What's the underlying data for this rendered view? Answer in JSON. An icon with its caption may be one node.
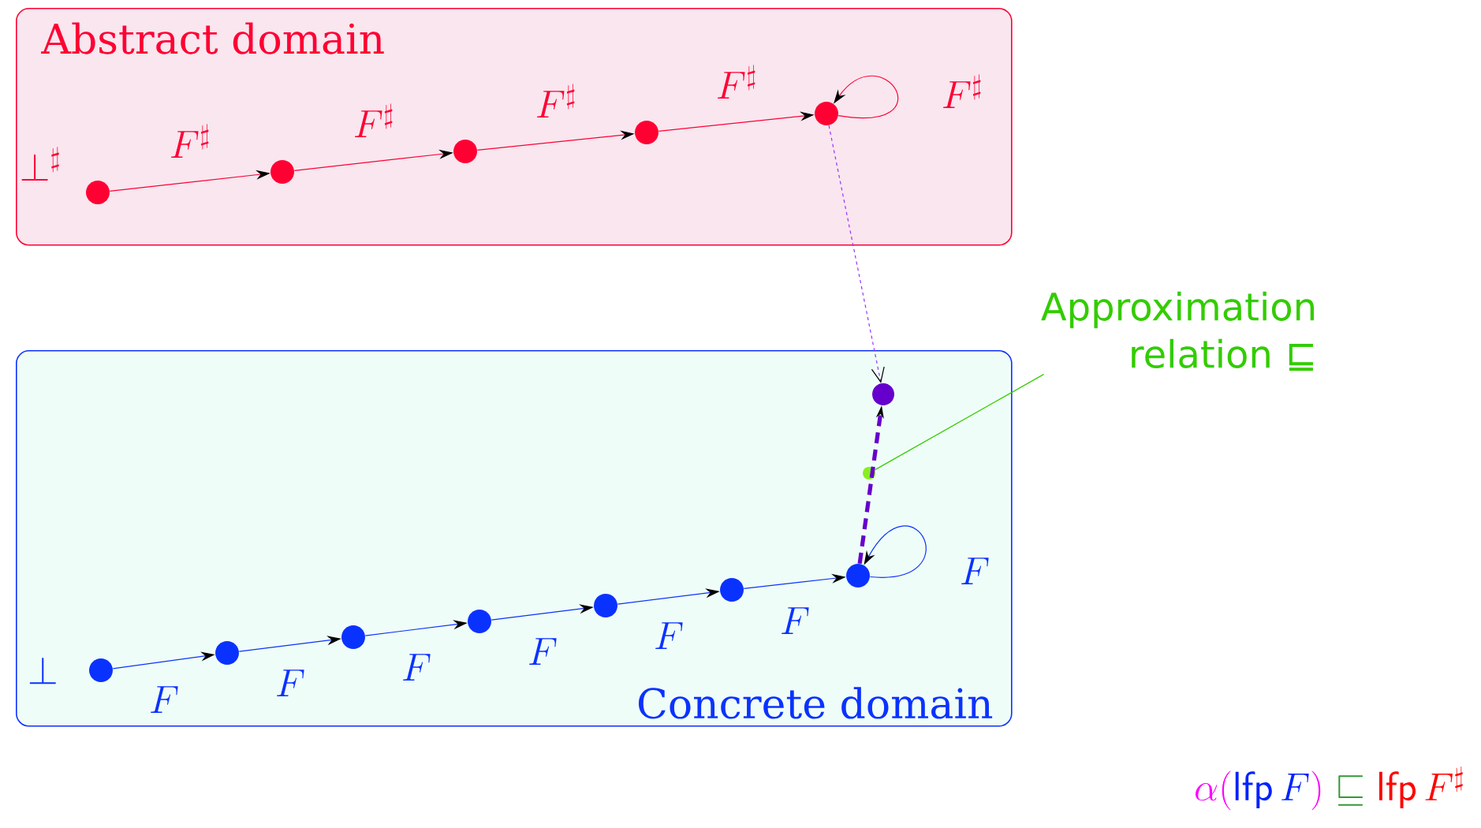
{
  "diagram": {
    "nodes": [
      {
        "text": [
          "Abstract domain"
        ]
      },
      {
        "text": [],
        "shape": "circle",
        "in": 0,
        "beside": [
          "\\bot^\\sharp"
        ]
      },
      {
        "text": [],
        "shape": "circle",
        "in": 0
      },
      {
        "text": [],
        "shape": "circle",
        "in": 0
      },
      {
        "text": [],
        "shape": "circle",
        "in": 0
      },
      {
        "text": [],
        "shape": "circle",
        "in": 0
      },
      {
        "text": [
          "Concrete domain"
        ]
      },
      {
        "text": [],
        "shape": "circle",
        "in": 6,
        "beside": [
          "\\bot"
        ]
      },
      {
        "text": [],
        "shape": "circle",
        "in": 6
      },
      {
        "text": [],
        "shape": "circle",
        "in": 6
      },
      {
        "text": [],
        "shape": "circle",
        "in": 6
      },
      {
        "text": [],
        "shape": "circle",
        "in": 6
      },
      {
        "text": [],
        "shape": "circle",
        "in": 6
      },
      {
        "text": [],
        "shape": "circle",
        "in": 6
      },
      {
        "text": [],
        "shape": "circle",
        "in": 6
      },
      {
        "text": [],
        "shape": "circle",
        "in": 6
      },
      {
        "text": [
          "Approximation relation ⊑"
        ]
      }
    ],
    "edges": [
      {
        "from": 1,
        "to": 2,
        "arrow": "to",
        "label": "F^\\sharp",
        "color": "#ff0033"
      },
      {
        "from": 2,
        "to": 3,
        "arrow": "to",
        "label": "F^\\sharp",
        "color": "#ff0033"
      },
      {
        "from": 3,
        "to": 4,
        "arrow": "to",
        "label": "F^\\sharp",
        "color": "#ff0033"
      },
      {
        "from": 4,
        "to": 5,
        "arrow": "to",
        "label": "F^\\sharp",
        "color": "#ff0033"
      },
      {
        "from": 5,
        "to": 5,
        "arrow": "to",
        "label": "F^\\sharp",
        "color": "#ff0033"
      },
      {
        "from": 7,
        "to": 8,
        "arrow": "to",
        "label": "F"
      },
      {
        "from": 8,
        "to": 9,
        "arrow": "to",
        "label": "F"
      },
      {
        "from": 9,
        "to": 10,
        "arrow": "to",
        "label": "F"
      },
      {
        "from": 10,
        "to": 11,
        "arrow": "to",
        "label": "F"
      },
      {
        "from": 11,
        "to": 12,
        "arrow": "to",
        "label": "F"
      },
      {
        "from": 12,
        "to": 13,
        "arrow": "to",
        "label": "F"
      },
      {
        "from": 13,
        "to": 13,
        "arrow": "to",
        "label": "F"
      },
      {
        "from": 5,
        "to": 14,
        "arrow": "to",
        "style": "dashed",
        "color": "#9933ff"
      },
      {
        "from": 13,
        "to": 14,
        "arrow": "to",
        "style": "dashed",
        "color": "#6600cc"
      },
      {
        "from": 16,
        "to": 15,
        "arrow": "none",
        "color": "#33cc00"
      }
    ],
    "labels": [
      "\\textcolor[HTML]{FF00FF}{\\alpha(}\\textcolor[HTML]{0022FF}{\\mathsf{lfp}\\,F}\\textcolor[HTML]{FF00FF}{)}\\;\\textcolor[HTML]{339933}{\\sqsubseteq}\\;\\textcolor[HTML]{FF0000}{\\mathsf{lfp}\\,F^\\sharp}"
    ]
  }
}
